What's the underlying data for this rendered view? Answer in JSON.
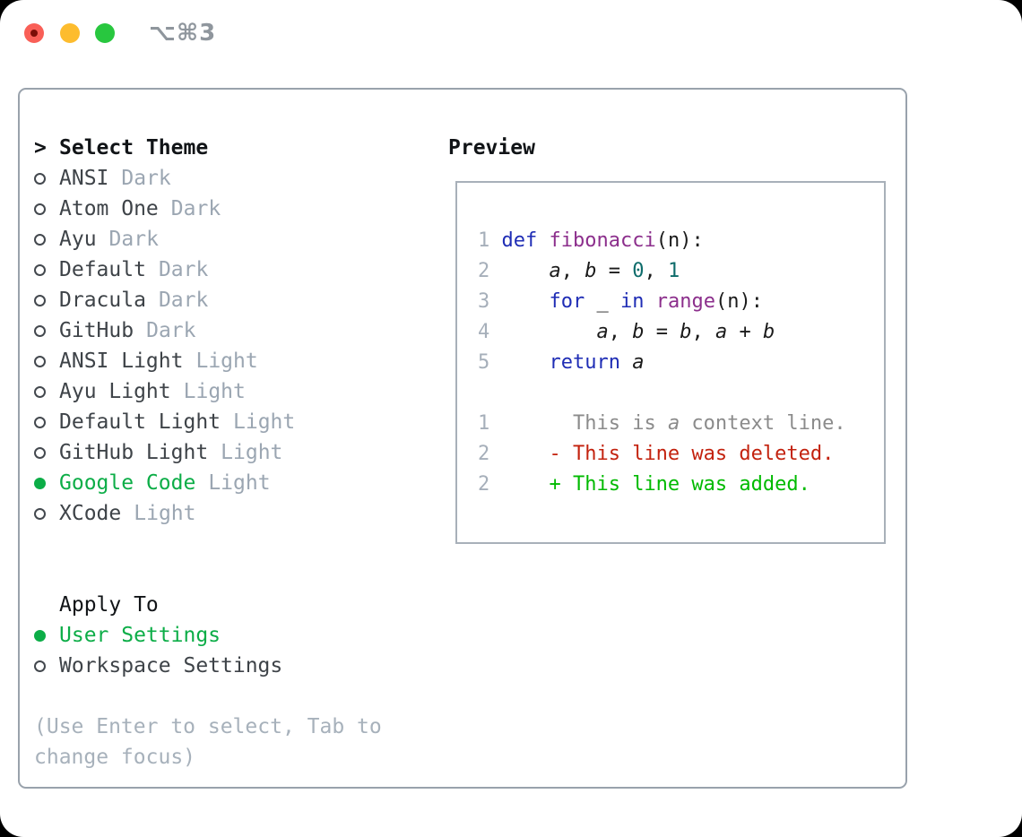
{
  "window": {
    "title": "⌥⌘3"
  },
  "colors": {
    "tl_red": "#f95f57",
    "tl_red_dot": "#7b0e07",
    "tl_yellow": "#fdbc2e",
    "tl_green": "#28c73f",
    "titlebar_gray": "#8f969d",
    "panel_border": "#99a2ac",
    "preview_border": "#a8b0b9",
    "heading_text": "#111417",
    "item_text": "#3e4348",
    "tag_text": "#9ba6b2",
    "bullet_border": "#43484e",
    "help_text": "#a7b1bb",
    "selection_green": "#0cad47",
    "line_number": "#a6afba",
    "kw_blue": "#1f2db5",
    "fn_purple": "#8c2f8c",
    "num_teal": "#0e6c6b",
    "ctx_gray": "#8b8b8b",
    "del_red": "#c3220e",
    "add_green": "#00ba00"
  },
  "picker": {
    "cursor": ">",
    "header_label": "Select Theme",
    "themes": [
      {
        "name": "ANSI",
        "tag": "Dark",
        "selected": false
      },
      {
        "name": "Atom One",
        "tag": "Dark",
        "selected": false
      },
      {
        "name": "Ayu",
        "tag": "Dark",
        "selected": false
      },
      {
        "name": "Default",
        "tag": "Dark",
        "selected": false
      },
      {
        "name": "Dracula",
        "tag": "Dark",
        "selected": false
      },
      {
        "name": "GitHub",
        "tag": "Dark",
        "selected": false
      },
      {
        "name": "ANSI Light",
        "tag": "Light",
        "selected": false
      },
      {
        "name": "Ayu Light",
        "tag": "Light",
        "selected": false
      },
      {
        "name": "Default Light",
        "tag": "Light",
        "selected": false
      },
      {
        "name": "GitHub Light",
        "tag": "Light",
        "selected": false
      },
      {
        "name": "Google Code",
        "tag": "Light",
        "selected": true
      },
      {
        "name": "XCode",
        "tag": "Light",
        "selected": false
      }
    ],
    "apply_to": {
      "label": "Apply To",
      "options": [
        {
          "name": "User Settings",
          "selected": true
        },
        {
          "name": "Workspace Settings",
          "selected": false
        }
      ]
    },
    "help_lines": [
      "(Use Enter to select, Tab to",
      "change focus)"
    ]
  },
  "preview": {
    "label": "Preview",
    "lines": [
      {
        "num": "1",
        "tokens": [
          {
            "t": "def",
            "c": "kw"
          },
          {
            "t": " "
          },
          {
            "t": "fibonacci",
            "c": "fn"
          },
          {
            "t": "(n):"
          }
        ]
      },
      {
        "num": "2",
        "tokens": [
          {
            "t": "    "
          },
          {
            "t": "a",
            "c": "var"
          },
          {
            "t": ", "
          },
          {
            "t": "b",
            "c": "var"
          },
          {
            "t": " = "
          },
          {
            "t": "0",
            "c": "num"
          },
          {
            "t": ", "
          },
          {
            "t": "1",
            "c": "num"
          }
        ]
      },
      {
        "num": "3",
        "tokens": [
          {
            "t": "    "
          },
          {
            "t": "for",
            "c": "kw"
          },
          {
            "t": " _ "
          },
          {
            "t": "in",
            "c": "kw"
          },
          {
            "t": " "
          },
          {
            "t": "range",
            "c": "fn"
          },
          {
            "t": "(n):"
          }
        ]
      },
      {
        "num": "4",
        "tokens": [
          {
            "t": "        "
          },
          {
            "t": "a",
            "c": "var"
          },
          {
            "t": ", "
          },
          {
            "t": "b",
            "c": "var"
          },
          {
            "t": " = "
          },
          {
            "t": "b",
            "c": "var"
          },
          {
            "t": ", "
          },
          {
            "t": "a",
            "c": "var"
          },
          {
            "t": " + "
          },
          {
            "t": "b",
            "c": "var"
          }
        ]
      },
      {
        "num": "5",
        "tokens": [
          {
            "t": "    "
          },
          {
            "t": "return",
            "c": "kw"
          },
          {
            "t": " "
          },
          {
            "t": "a",
            "c": "var"
          }
        ]
      },
      {
        "blank": true
      },
      {
        "num": "1",
        "cls": "ctx",
        "tokens": [
          {
            "t": "      This is "
          },
          {
            "t": "a",
            "c": "var"
          },
          {
            "t": " context line."
          }
        ]
      },
      {
        "num": "2",
        "cls": "del",
        "tokens": [
          {
            "t": "    - This line was deleted."
          }
        ]
      },
      {
        "num": "2",
        "cls": "add",
        "tokens": [
          {
            "t": "    + This line was added."
          }
        ]
      }
    ]
  }
}
